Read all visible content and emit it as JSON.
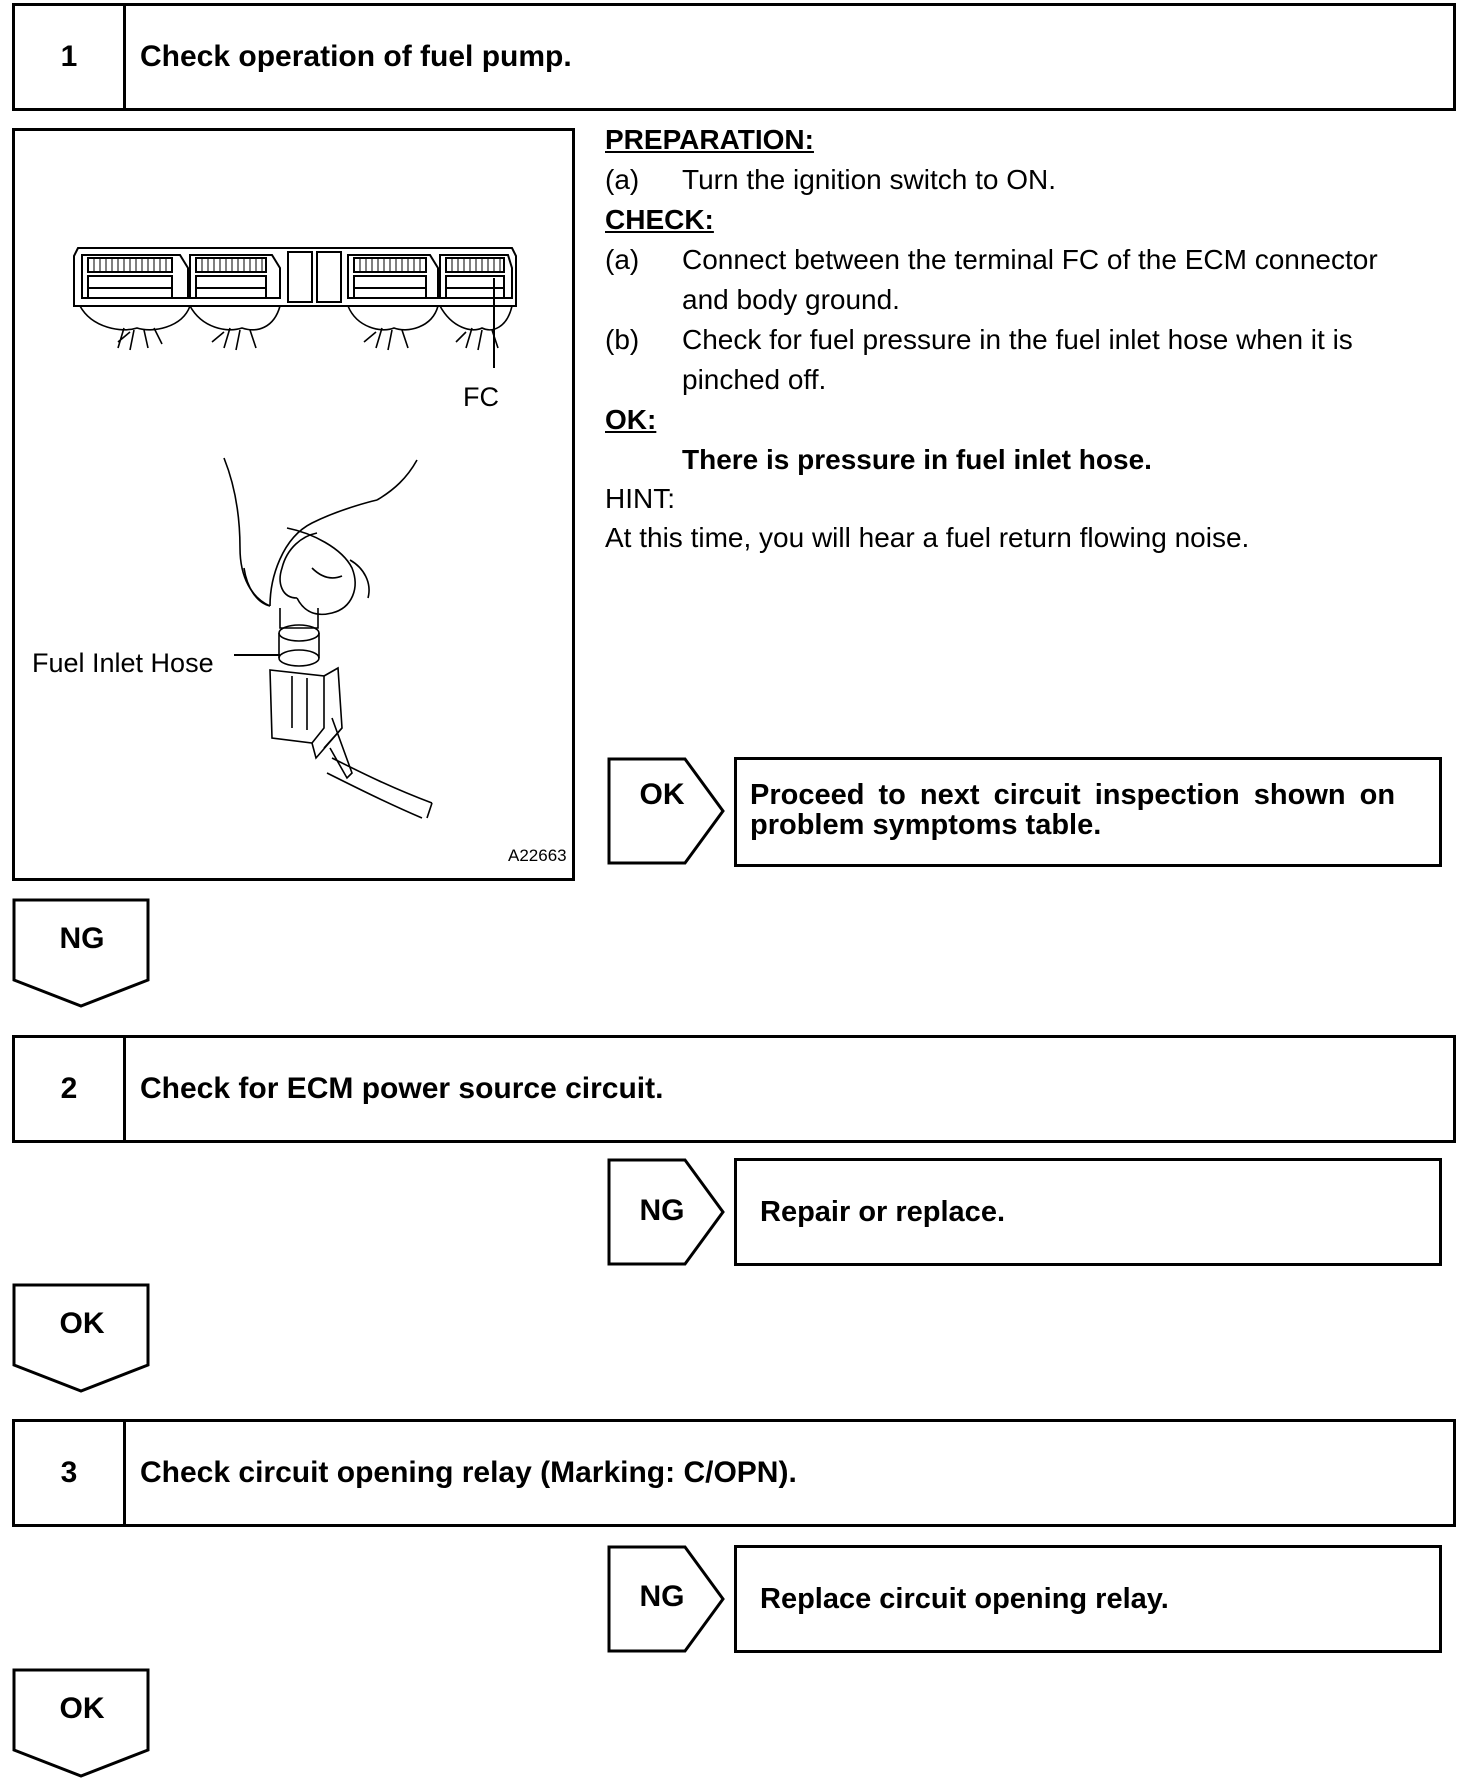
{
  "steps": [
    {
      "number": "1",
      "title": "Check operation of fuel pump."
    },
    {
      "number": "2",
      "title": "Check for ECM power source circuit."
    },
    {
      "number": "3",
      "title": "Check circuit opening relay (Marking: C/OPN)."
    }
  ],
  "figure": {
    "connector_label": "FC",
    "hose_label": "Fuel Inlet Hose",
    "figure_id": "A22663"
  },
  "step1": {
    "preparation_heading": "PREPARATION:",
    "preparation": [
      {
        "letter": "(a)",
        "text": "Turn the ignition switch to ON."
      }
    ],
    "check_heading": "CHECK:",
    "check": [
      {
        "letter": "(a)",
        "line1": "Connect between the terminal FC of the ECM connector",
        "line2": "and body ground."
      },
      {
        "letter": "(b)",
        "line1": "Check for fuel pressure in the fuel inlet hose when it is",
        "line2": "pinched off."
      }
    ],
    "ok_heading": "OK:",
    "ok_text": "There is pressure in fuel inlet hose.",
    "hint_heading": "HINT:",
    "hint_text": "At this time, you will hear a fuel return flowing noise."
  },
  "results": [
    {
      "tag": "OK",
      "text_line1": "Proceed to next circuit inspection shown on",
      "text_line2": "problem symptoms table."
    },
    {
      "tag": "NG",
      "text": "Repair or replace."
    },
    {
      "tag": "NG",
      "text": "Replace circuit opening relay."
    }
  ],
  "flow_tags": [
    "NG",
    "OK",
    "OK"
  ]
}
